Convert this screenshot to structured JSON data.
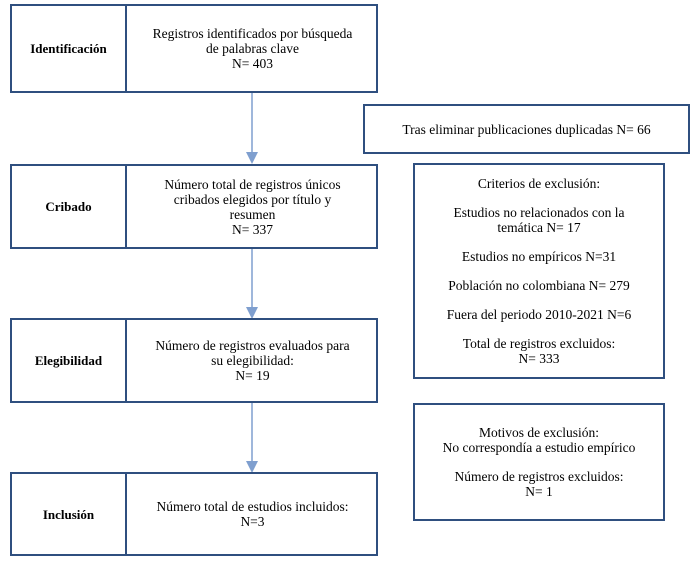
{
  "stages": {
    "identification": "Identificación",
    "screening": "Cribado",
    "eligibility": "Elegibilidad",
    "inclusion": "Inclusión"
  },
  "identification_box": {
    "lines": [
      "Registros identificados por búsqueda",
      "de palabras clave",
      "N= 403"
    ]
  },
  "duplicates_box": {
    "text": "Tras eliminar publicaciones duplicadas N= 66"
  },
  "screening_box": {
    "lines": [
      "Número total de registros únicos",
      "cribados elegidos por título y",
      "resumen",
      "N= 337"
    ]
  },
  "exclusion_criteria": {
    "title": "Criterios de exclusión:",
    "items": [
      "Estudios no relacionados con la",
      "temática N= 17",
      "Estudios no empíricos N=31",
      "Población no colombiana N= 279",
      "Fuera del periodo 2010-2021 N=6",
      "Total de registros excluidos:",
      "N= 333"
    ]
  },
  "eligibility_box": {
    "lines": [
      "Número de registros evaluados para",
      "su elegibilidad:",
      "N= 19"
    ]
  },
  "exclusion_reasons": {
    "lines": [
      "Motivos de exclusión:",
      "No correspondía a estudio empírico",
      "Número de registros excluidos:",
      "N= 1"
    ]
  },
  "inclusion_box": {
    "lines": [
      "Número total de estudios incluidos:",
      "N=3"
    ]
  },
  "colors": {
    "border": "#2f4f7f",
    "arrow": "#7f9fcf"
  }
}
